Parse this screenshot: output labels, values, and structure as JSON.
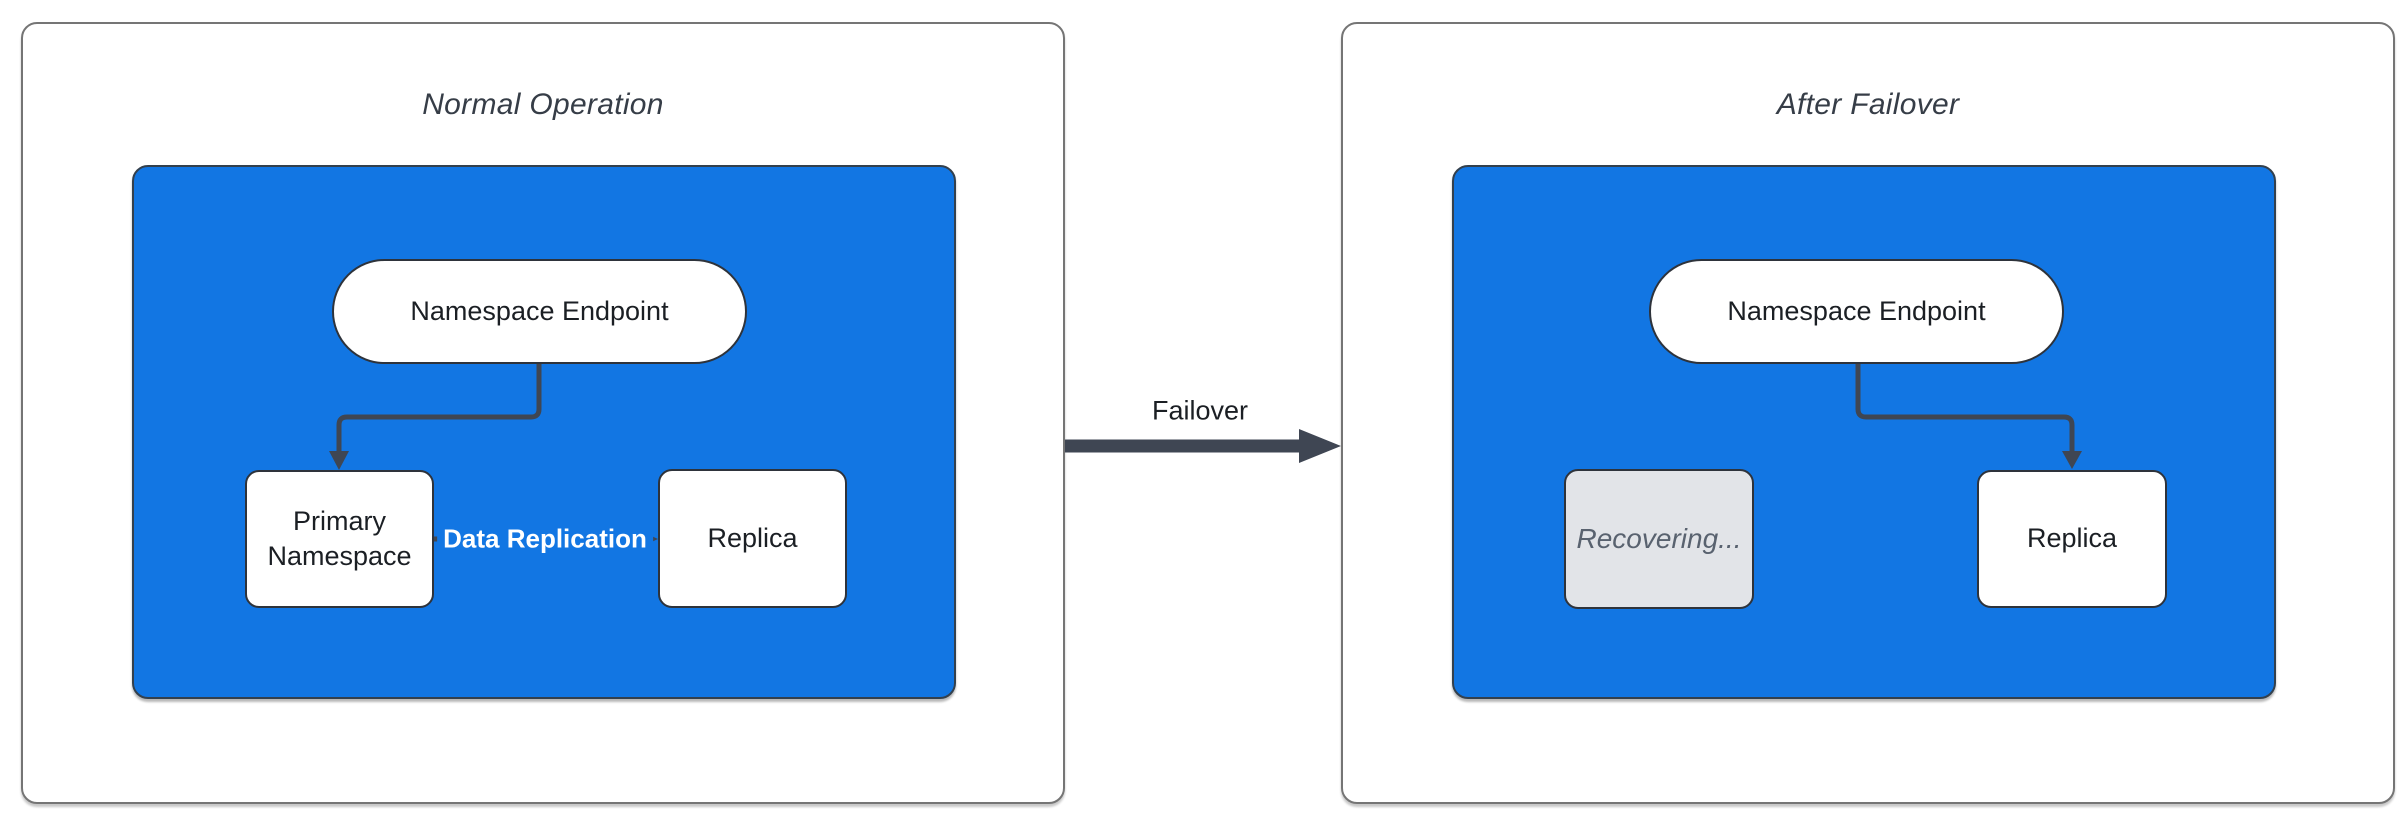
{
  "colors": {
    "canvas_bg": "#ffffff",
    "panel_border": "#757575",
    "group_fill": "#1276e3",
    "group_border": "#33404d",
    "node_fill": "#ffffff",
    "node_border": "#2e333b",
    "node_text": "#1b1f24",
    "title_text": "#363d47",
    "arrow": "#3f4653",
    "edge_label_text": "#ffffff",
    "recovering_fill": "#e2e4e8",
    "recovering_text": "#59626f"
  },
  "panels": {
    "normal": {
      "title": "Normal Operation",
      "nodes": {
        "endpoint": "Namespace Endpoint",
        "primary": "Primary Namespace",
        "replica": "Replica"
      },
      "edges": {
        "replication_label": "Data Replication"
      }
    },
    "failover": {
      "title": "After Failover",
      "nodes": {
        "endpoint": "Namespace Endpoint",
        "recovering": "Recovering...",
        "replica": "Replica"
      }
    }
  },
  "transition": {
    "label": "Failover"
  }
}
